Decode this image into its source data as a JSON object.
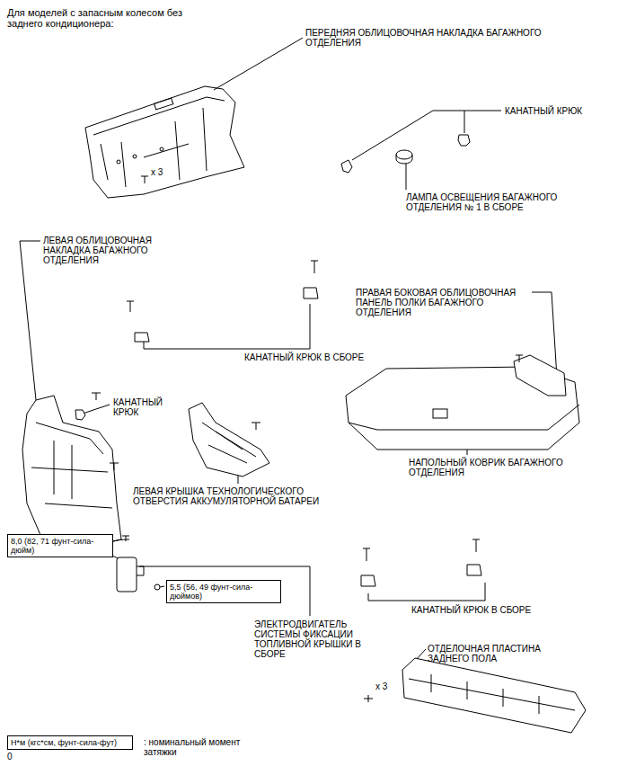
{
  "diagram": {
    "title": "Для моделей с запасным колесом без заднего кондиционера:",
    "nodes": [
      {
        "text": [
          "8,0 (82, 71 фунт-сила-дюйм)"
        ]
      },
      {
        "text": [
          "5,5 (56, 49 фунт-сила-дюймов)"
        ]
      },
      {
        "text": [
          "Н*м (кгс*см, фунт-сила-фут)"
        ]
      }
    ],
    "labels": [
      "ПЕРЕДНЯЯ ОБЛИЦОВОЧНАЯ НАКЛАДКА БАГАЖНОГО ОТДЕЛЕНИЯ",
      "x 3",
      "КАНАТНЫЙ КРЮК",
      "ЛАМПА ОСВЕЩЕНИЯ БАГАЖНОГО ОТДЕЛЕНИЯ № 1 В СБОРЕ",
      "ЛЕВАЯ ОБЛИЦОВОЧНАЯ НАКЛАДКА БАГАЖНОГО ОТДЕЛЕНИЯ",
      "ПРАВАЯ БОКОВАЯ ОБЛИЦОВОЧНАЯ ПАНЕЛЬ ПОЛКИ БАГАЖНОГО ОТДЕЛЕНИЯ",
      "КАНАТНЫЙ КРЮК В СБОРЕ",
      "КАНАТНЫЙ КРЮК",
      "ЛЕВАЯ КРЫШКА ТЕХНОЛОГИЧЕСКОГО ОТВЕРСТИЯ АККУМУЛЯТОРНОЙ БАТАРЕИ",
      "НАПОЛЬНЫЙ КОВРИК БАГАЖНОГО ОТДЕЛЕНИЯ",
      "ЭЛЕКТРОДВИГАТЕЛЬ СИСТЕМЫ ФИКСАЦИИ ТОПЛИВНОЙ КРЫШКИ В СБОРЕ",
      "КАНАТНЫЙ КРЮК В СБОРЕ",
      "ОТДЕЛОЧНАЯ ПЛАСТИНА ЗАДНЕГО ПОЛА",
      "x 3",
      ": номинальный момент затяжки",
      "0"
    ]
  }
}
